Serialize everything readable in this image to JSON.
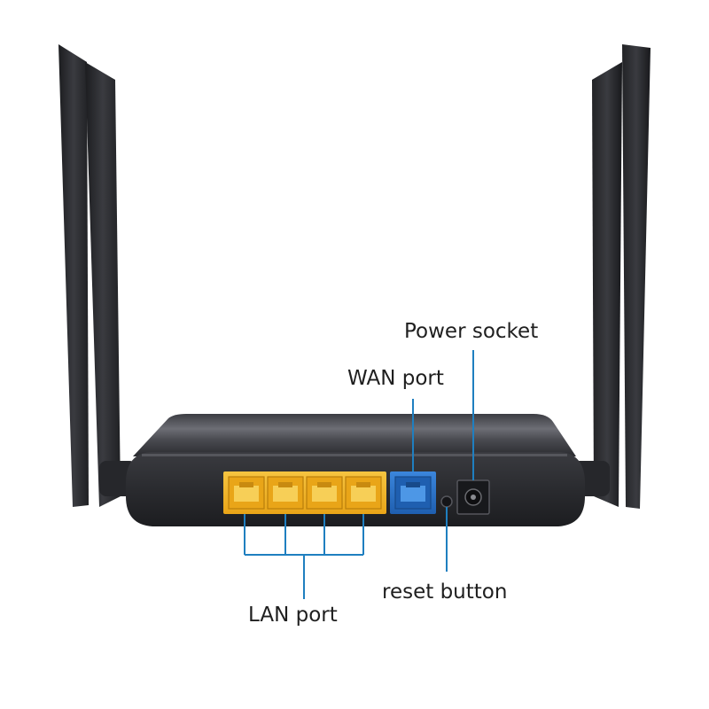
{
  "labels": {
    "power_socket": "Power socket",
    "wan_port": "WAN port",
    "reset_button": "reset button",
    "lan_port": "LAN port"
  },
  "colors": {
    "background": "#ffffff",
    "router_body": "#2b2c30",
    "lan_port": "#f2b628",
    "wan_port": "#2a74cc",
    "callout_line": "#1f7fc0"
  },
  "counts": {
    "lan_ports": 4,
    "wan_ports": 1,
    "antennas": 4
  }
}
